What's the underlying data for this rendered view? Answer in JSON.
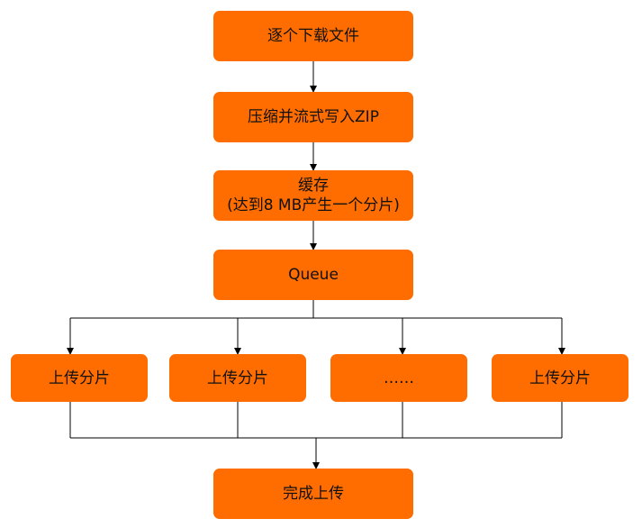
{
  "colors": {
    "box_fill": "#ff6d00",
    "text": "#111111",
    "connector": "#000000"
  },
  "nodes": {
    "download": {
      "label": "逐个下载文件"
    },
    "compress": {
      "label": "压缩并流式写入ZIP"
    },
    "cache": {
      "line1": "缓存",
      "line2": "(达到8 MB产生一个分片)"
    },
    "queue": {
      "label": "Queue"
    },
    "upload_parts": [
      {
        "label": "上传分片"
      },
      {
        "label": "上传分片"
      },
      {
        "label": "……"
      },
      {
        "label": "上传分片"
      }
    ],
    "complete": {
      "label": "完成上传"
    }
  }
}
